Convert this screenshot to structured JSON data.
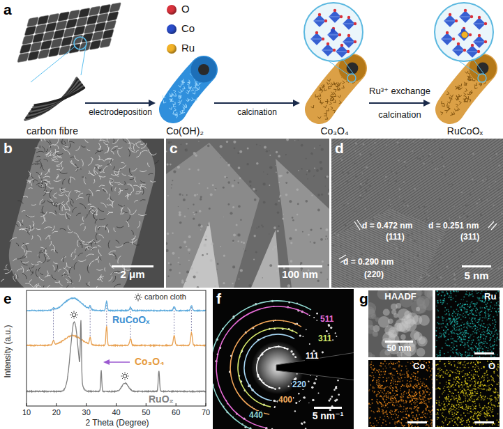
{
  "diagram": {
    "nodes": [
      {
        "text": [
          "a"
        ]
      },
      {
        "text": [
          "b"
        ]
      },
      {
        "text": [
          "c"
        ]
      },
      {
        "text": [
          "d"
        ]
      },
      {
        "text": [
          "e"
        ]
      },
      {
        "text": [
          "f"
        ]
      },
      {
        "text": [
          "g"
        ]
      },
      {
        "text": [
          "carbon fibre"
        ],
        "in": 0
      },
      {
        "text": [
          "Co(OH)₂"
        ],
        "in": 0
      },
      {
        "text": [
          "Co₃O₄"
        ],
        "in": 0
      },
      {
        "text": [
          "RuCoOₓ"
        ],
        "in": 0
      }
    ],
    "edges": [
      {
        "from": 7,
        "to": 8,
        "arrow": "to",
        "label": "electrodeposition"
      },
      {
        "from": 8,
        "to": 9,
        "arrow": "to",
        "label": "calcination"
      },
      {
        "from": 9,
        "to": 10,
        "arrow": "to",
        "label": "Ru³⁺ exchange calcination"
      }
    ],
    "labels": [
      "2 μm",
      "100 nm",
      "d = 0.472 nm",
      "(111)",
      "d = 0.290 nm",
      "(220)",
      "d = 0.251 nm",
      "(311)",
      "5 nm",
      "carbon cloth",
      "RuCoOₓ",
      "Co₃O₄",
      "RuO₂",
      "Intensity (a.u.)",
      "2 Theta (Degree)",
      "10",
      "20",
      "30",
      "40",
      "50",
      "60",
      "70",
      "511",
      "311",
      "111",
      "220",
      "400",
      "440",
      "5 nm⁻¹",
      "HAADF",
      "Ru",
      "Co",
      "O",
      "50 nm"
    ],
    "legend": [
      {
        "text": "O",
        "color": "#d8323c"
      },
      {
        "text": "Co",
        "color": "#2a4cc8"
      },
      {
        "text": "Ru",
        "color": "#f2b227"
      }
    ]
  }
}
